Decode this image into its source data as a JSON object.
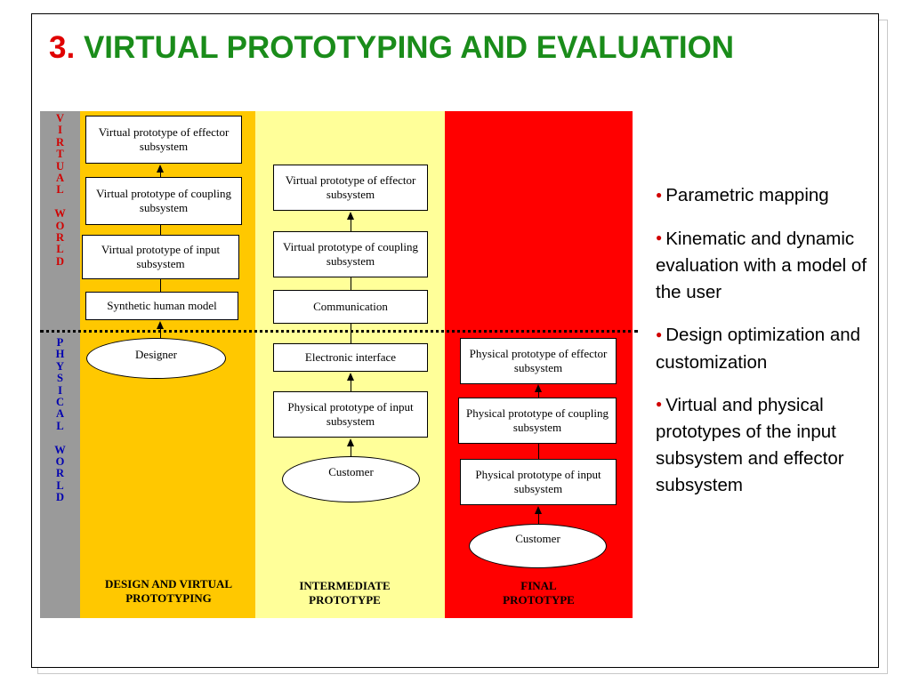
{
  "title": {
    "number": "3.",
    "text": "VIRTUAL PROTOTYPING AND EVALUATION"
  },
  "side_labels": {
    "virtual_world": [
      "V",
      "I",
      "R",
      "T",
      "U",
      "A",
      "L",
      "",
      "W",
      "O",
      "R",
      "L",
      "D"
    ],
    "physical_world": [
      "P",
      "H",
      "Y",
      "S",
      "I",
      "C",
      "A",
      "L",
      "",
      "W",
      "O",
      "R",
      "L",
      "D"
    ]
  },
  "columns": {
    "design": {
      "label_line1": "DESIGN AND VIRTUAL",
      "label_line2": "PROTOTYPING",
      "boxes": [
        "Virtual prototype of effector subsystem",
        "Virtual prototype of coupling subsystem",
        "Virtual prototype of input subsystem",
        "Synthetic human model"
      ],
      "actor": "Designer"
    },
    "intermediate": {
      "label_line1": "INTERMEDIATE",
      "label_line2": "PROTOTYPE",
      "boxes": [
        "Virtual prototype of effector subsystem",
        "Virtual prototype of coupling subsystem",
        "Communication",
        "Electronic interface",
        "Physical prototype of input subsystem"
      ],
      "actor": "Customer"
    },
    "final": {
      "label_line1": "FINAL",
      "label_line2": "PROTOTYPE",
      "boxes": [
        "Physical prototype of effector subsystem",
        "Physical prototype of coupling subsystem",
        "Physical prototype of input subsystem"
      ],
      "actor": "Customer"
    }
  },
  "bullets": [
    "Parametric mapping",
    "Kinematic and dynamic evaluation with a model of the user",
    "Design optimization and customization",
    "Virtual and physical prototypes of the input subsystem and effector subsystem"
  ],
  "colors": {
    "title_number": "#e00000",
    "title_text": "#1a8c1a",
    "gray_column": "#9a9a9a",
    "design_column": "#ffc800",
    "intermediate_column": "#ffff99",
    "final_column": "#ff0000",
    "virtual_label": "#d10000",
    "physical_label": "#0000b0"
  }
}
